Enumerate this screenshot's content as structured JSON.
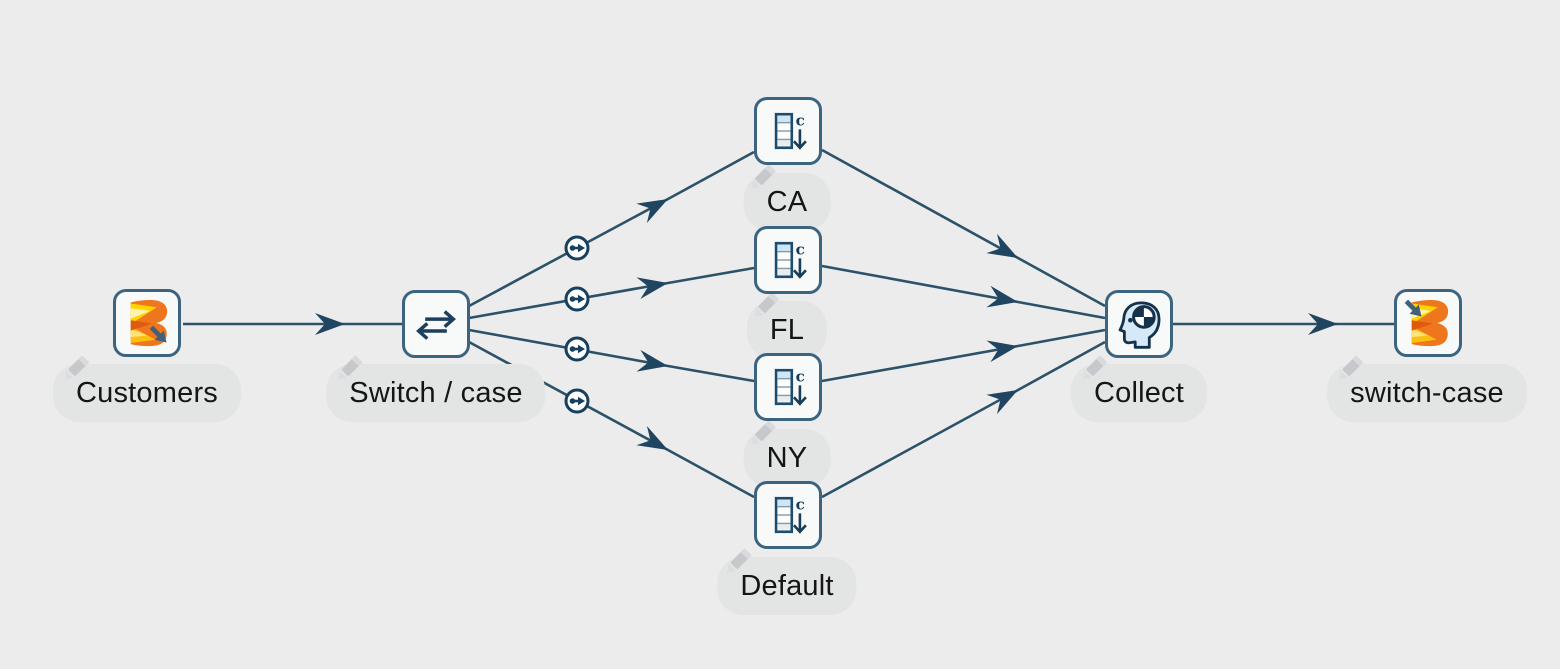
{
  "app": {
    "kind": "workflow-canvas",
    "background_color": "#ececec"
  },
  "colors": {
    "edge": "#2c5269",
    "arrowhead": "#1f4560",
    "node_border": "#3c637f",
    "node_fill": "#f8f9f9",
    "pill_background": "#e3e4e4",
    "label_text": "#151515",
    "icon_navy": "#1d3f5e",
    "port_ring_navy": "#16405e",
    "logo_orange": "#ee761d",
    "logo_yellow": "#ffd400",
    "sort_cell_lightblue": "#cde7f9"
  },
  "nodes": {
    "customers": {
      "label": "Customers",
      "icon": "b-logo-import-icon"
    },
    "switch": {
      "label": "Switch / case",
      "icon": "swap-arrows-icon"
    },
    "case_ca": {
      "label": "CA",
      "icon": "column-sort-icon"
    },
    "case_fl": {
      "label": "FL",
      "icon": "column-sort-icon"
    },
    "case_ny": {
      "label": "NY",
      "icon": "column-sort-icon"
    },
    "case_default": {
      "label": "Default",
      "icon": "column-sort-icon"
    },
    "collect": {
      "label": "Collect",
      "icon": "head-target-icon"
    },
    "output": {
      "label": "switch-case",
      "icon": "b-logo-export-icon"
    }
  },
  "icons": {
    "column_sort_letter": "c",
    "label_edit": "pencil-icon",
    "case_port": "dot-arrow-icon"
  },
  "edges": [
    {
      "from": "customers",
      "to": "switch"
    },
    {
      "from": "switch",
      "to": "case_ca",
      "badge": "dot-arrow-icon"
    },
    {
      "from": "switch",
      "to": "case_fl",
      "badge": "dot-arrow-icon"
    },
    {
      "from": "switch",
      "to": "case_ny",
      "badge": "dot-arrow-icon"
    },
    {
      "from": "switch",
      "to": "case_default",
      "badge": "dot-arrow-icon"
    },
    {
      "from": "case_ca",
      "to": "collect"
    },
    {
      "from": "case_fl",
      "to": "collect"
    },
    {
      "from": "case_ny",
      "to": "collect"
    },
    {
      "from": "case_default",
      "to": "collect"
    },
    {
      "from": "collect",
      "to": "output"
    }
  ]
}
